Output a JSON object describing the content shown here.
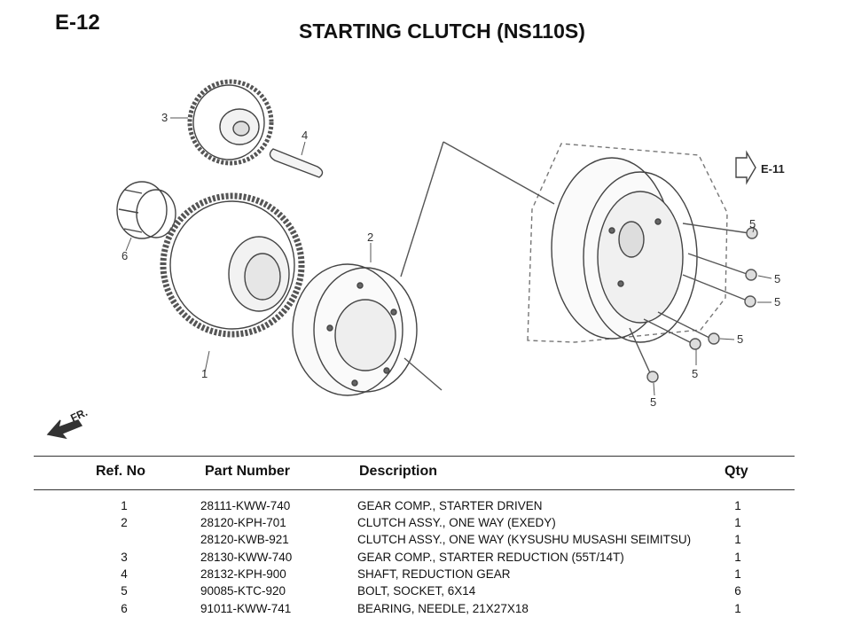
{
  "page": {
    "code": "E-12",
    "title": "STARTING CLUTCH (NS110S)"
  },
  "diagram": {
    "callouts": [
      "1",
      "2",
      "3",
      "4",
      "5",
      "6"
    ],
    "cross_reference": "E-11",
    "front_marker": "FR."
  },
  "table": {
    "headers": {
      "ref_no": "Ref. No",
      "part_number": "Part Number",
      "description": "Description",
      "qty": "Qty"
    },
    "rows": [
      {
        "ref": "1",
        "part": "28111-KWW-740",
        "desc": "GEAR COMP., STARTER DRIVEN",
        "qty": "1"
      },
      {
        "ref": "2",
        "part": "28120-KPH-701",
        "desc": "CLUTCH ASSY., ONE WAY (EXEDY)",
        "qty": "1"
      },
      {
        "ref": "",
        "part": "28120-KWB-921",
        "desc": "CLUTCH ASSY., ONE WAY (KYSUSHU MUSASHI SEIMITSU)",
        "qty": "1"
      },
      {
        "ref": "3",
        "part": "28130-KWW-740",
        "desc": "GEAR COMP., STARTER REDUCTION (55T/14T)",
        "qty": "1"
      },
      {
        "ref": "4",
        "part": "28132-KPH-900",
        "desc": "SHAFT, REDUCTION GEAR",
        "qty": "1"
      },
      {
        "ref": "5",
        "part": "90085-KTC-920",
        "desc": "BOLT, SOCKET, 6X14",
        "qty": "6"
      },
      {
        "ref": "6",
        "part": "91011-KWW-741",
        "desc": "BEARING, NEEDLE, 21X27X18",
        "qty": "1"
      }
    ]
  }
}
